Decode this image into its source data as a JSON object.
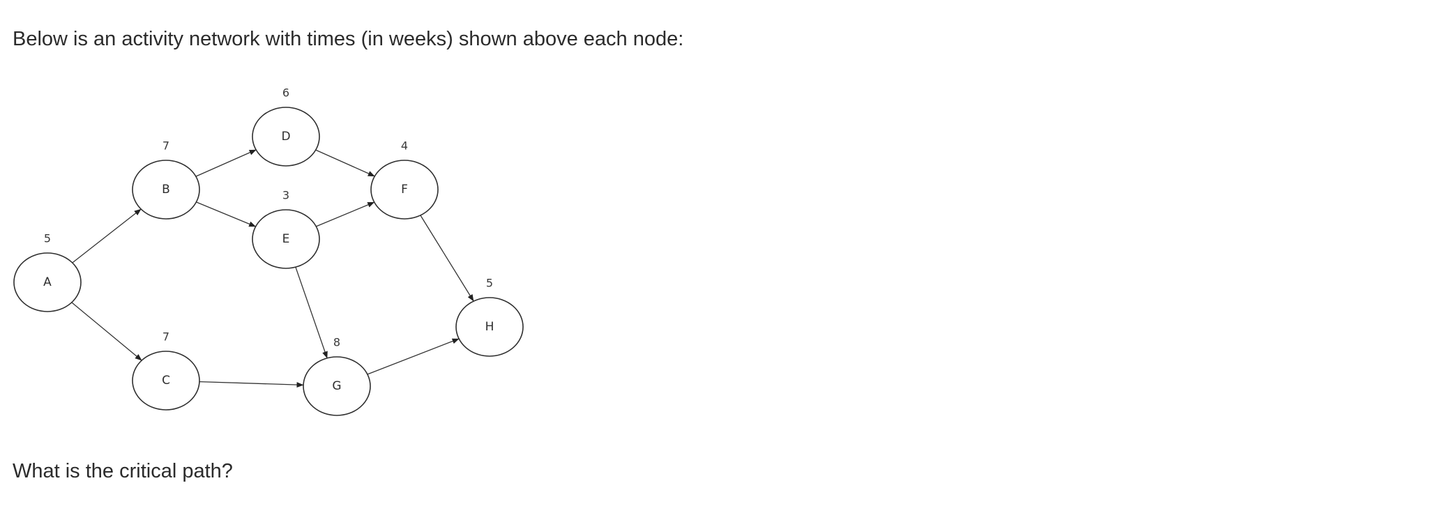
{
  "question": {
    "intro": "Below is an activity network with times (in weeks) shown above each node:",
    "prompt": "What is the critical path?"
  },
  "network": {
    "nodes": [
      {
        "id": "A",
        "time": 5
      },
      {
        "id": "B",
        "time": 7
      },
      {
        "id": "C",
        "time": 7
      },
      {
        "id": "D",
        "time": 6
      },
      {
        "id": "E",
        "time": 3
      },
      {
        "id": "F",
        "time": 4
      },
      {
        "id": "G",
        "time": 8
      },
      {
        "id": "H",
        "time": 5
      }
    ],
    "edges": [
      {
        "from": "A",
        "to": "B"
      },
      {
        "from": "A",
        "to": "C"
      },
      {
        "from": "B",
        "to": "D"
      },
      {
        "from": "B",
        "to": "E"
      },
      {
        "from": "D",
        "to": "F"
      },
      {
        "from": "E",
        "to": "F"
      },
      {
        "from": "E",
        "to": "G"
      },
      {
        "from": "C",
        "to": "G"
      },
      {
        "from": "F",
        "to": "H"
      },
      {
        "from": "G",
        "to": "H"
      }
    ],
    "colors": {
      "stroke": "#2e2e2e",
      "text": "#2b2b2b",
      "background": "#ffffff"
    }
  }
}
